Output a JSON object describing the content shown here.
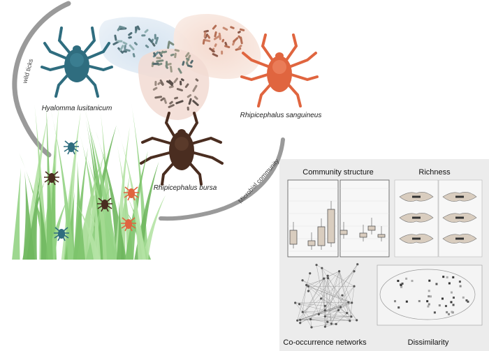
{
  "arcs": {
    "outer_label": "wild ticks",
    "inner_label": "Microbial community"
  },
  "ticks": [
    {
      "species": "Hyalomma lusitanicum",
      "color": "#2f6d7f"
    },
    {
      "species": "Rhipicephalus sanguineus",
      "color": "#e0653f"
    },
    {
      "species": "Rhipicephalus bursa",
      "color": "#4a2d20"
    }
  ],
  "analysis_panels": {
    "community_structure": "Community structure",
    "richness": "Richness",
    "co_occurrence": "Co-occurrence networks",
    "dissimilarity": "Dissimilarity"
  },
  "colors": {
    "panel_background": "#ececec",
    "blue_blob": "#dde8f2",
    "orange_blob": "#f7e0d6",
    "grass": "#8ccf7a",
    "boxplot_fill": "#d9cdbf"
  }
}
